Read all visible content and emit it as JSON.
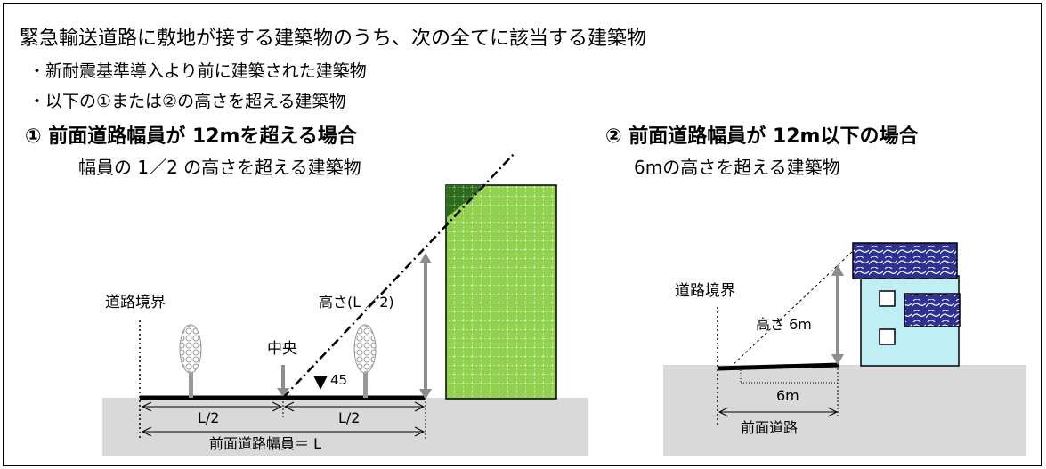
{
  "heading": {
    "title": "緊急輸送道路に敷地が接する建築物のうち、次の全てに該当する建築物",
    "bullets": [
      "・新耐震基準導入より前に建築された建築物",
      "・以下の①または②の高さを超える建築物"
    ]
  },
  "case1": {
    "title": "① 前面道路幅員が 12mを超える場合",
    "subtitle": "幅員の 1／2 の高さを超える建築物",
    "road_boundary_label": "道路境界",
    "center_label": "中央",
    "height_label": "高さ(L ／2)",
    "angle_label": "45",
    "half_left_label": "L/2",
    "half_right_label": "L/2",
    "road_width_label": "前面道路幅員＝ L"
  },
  "case2": {
    "title": "② 前面道路幅員が 12m以下の場合",
    "subtitle": "6mの高さを超える建築物",
    "road_boundary_label": "道路境界",
    "height_label": "高さ 6m",
    "distance_label": "6m",
    "road_label": "前面道路"
  },
  "colors": {
    "ground": "#d9d9d9",
    "tall_building": "#92d050",
    "building_top_shade": "#2f6b1e",
    "house_wall": "#bfeff5",
    "house_roof": "#2e3192",
    "arrow_gray": "#8c8c8c"
  }
}
